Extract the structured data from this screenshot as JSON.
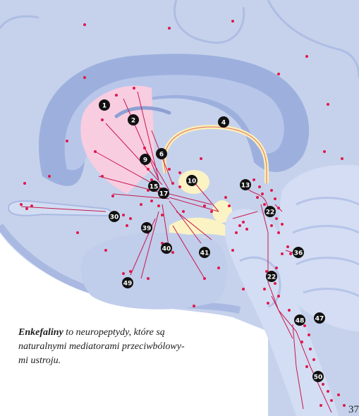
{
  "caption": {
    "term": "Enkefaliny",
    "line1_rest": " to neuropeptydy, które są",
    "line2": "naturalnymi mediatorami przeciwbólowy-",
    "line3": "mi ustroju."
  },
  "page_number": "37",
  "markers": [
    "1",
    "2",
    "4",
    "6",
    "9",
    "10",
    "13",
    "15",
    "17",
    "22",
    "22",
    "30",
    "36",
    "39",
    "40",
    "41",
    "47",
    "48",
    "49",
    "50"
  ],
  "colors": {
    "background": "#c9d4ee",
    "cortex_dark": "#8fa3d6",
    "ventricle": "#b7c5e8",
    "pink_region": "#f7c9dc",
    "nucleus": "#fbf3c4",
    "fiber": "#c8184e",
    "dot": "#e0184a",
    "marker": "#111111"
  }
}
